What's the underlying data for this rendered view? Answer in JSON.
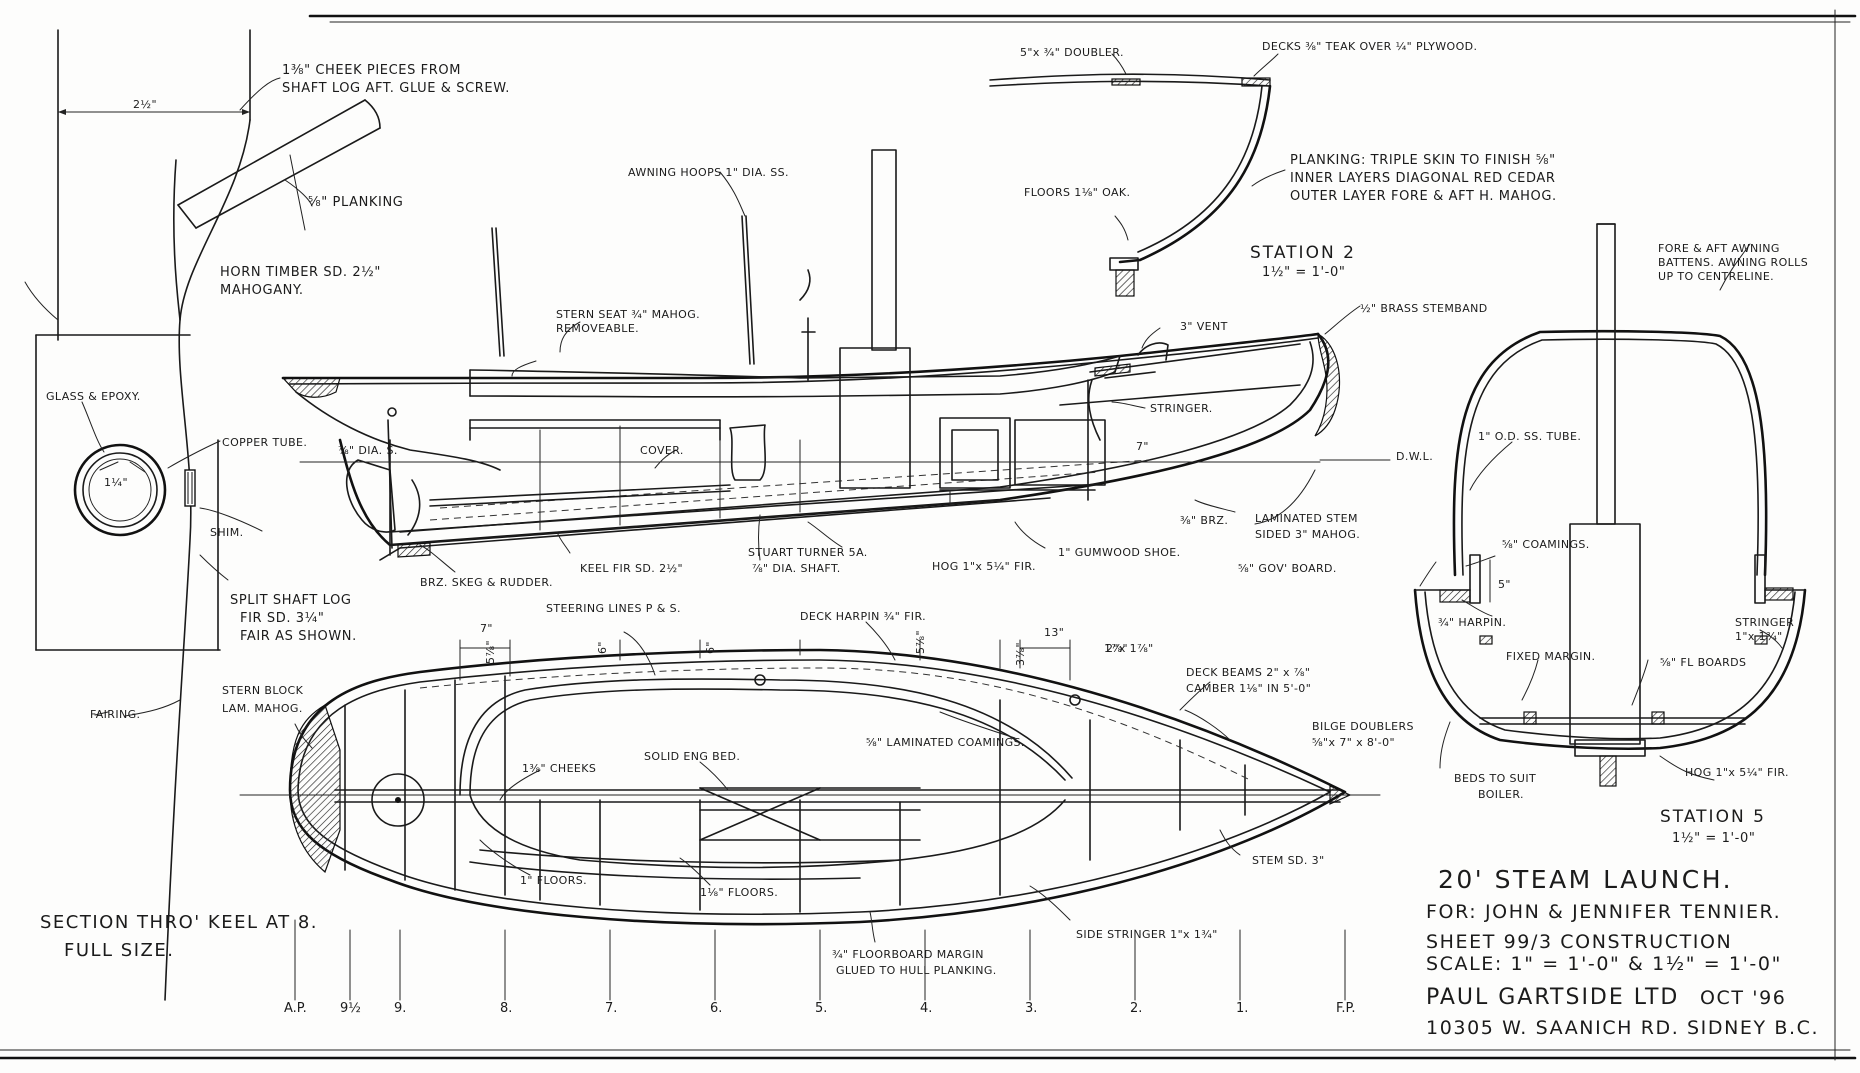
{
  "title_block": {
    "title": "20' STEAM LAUNCH.",
    "for_line": "FOR:  JOHN & JENNIFER TENNIER.",
    "sheet_line": "SHEET 99/3 CONSTRUCTION",
    "scale_line": "SCALE: 1\" = 1'-0\" & 1½\" = 1'-0\"",
    "designer": "PAUL GARTSIDE LTD",
    "date": "OCT '96",
    "address": "10305 W. SAANICH RD. SIDNEY B.C."
  },
  "station_2": {
    "name": "STATION 2",
    "scale": "1½\" = 1'-0\""
  },
  "station_5": {
    "name": "STATION 5",
    "scale": "1½\" = 1'-0\""
  },
  "section_keel": {
    "line1": "SECTION THRO' KEEL AT 8.",
    "line2": "FULL SIZE."
  },
  "stations": [
    "A.P.",
    "9½",
    "9.",
    "8.",
    "7.",
    "6.",
    "5.",
    "4.",
    "3.",
    "2.",
    "1.",
    "F.P."
  ],
  "labels": {
    "cheek_pieces_1": "1⅜\" CHEEK PIECES FROM",
    "cheek_pieces_2": "SHAFT LOG AFT. GLUE & SCREW.",
    "dim_2_5": "2½\"",
    "planking_58": "⅝\" PLANKING",
    "horn_timber_1": "HORN TIMBER SD. 2½\"",
    "horn_timber_2": "MAHOGANY.",
    "glass_epoxy": "GLASS & EPOXY.",
    "copper_tube": "COPPER TUBE.",
    "dim_1_25": "1¼\"",
    "shim": "SHIM.",
    "split_shaft_1": "SPLIT SHAFT LOG",
    "split_shaft_2": "FIR SD. 3¼\"",
    "split_shaft_3": "FAIR AS SHOWN.",
    "fairing": "FAIRING.",
    "awning_hoops": "AWNING HOOPS  1\" DIA. SS.",
    "stern_seat_1": "STERN SEAT ¾\" MAHOG.",
    "stern_seat_2": "REMOVEABLE.",
    "shaft_dia": "⅞\" DIA. S.",
    "cover": "COVER.",
    "keel_fir": "KEEL FIR SD. 2½\"",
    "stuart_1": "STUART TURNER 5A.",
    "stuart_2": "⅞\" DIA. SHAFT.",
    "hog": "HOG 1\"x 5¼\" FIR.",
    "bronze_skeg": "BRZ. SKEG & RUDDER.",
    "gumwood": "1\" GUMWOOD SHOE.",
    "brz_38": "⅜\" BRZ.",
    "laminated_stem_1": "LAMINATED STEM",
    "laminated_stem_2": "SIDED 3\" MAHOG.",
    "gov_board": "⅝\" GOV' BOARD.",
    "doubler": "5\"x ¾\" DOUBLER.",
    "decks": "DECKS ⅜\" TEAK OVER ¼\" PLYWOOD.",
    "planking_1": "PLANKING: TRIPLE SKIN TO FINISH ⅝\"",
    "planking_2": "INNER LAYERS DIAGONAL RED CEDAR",
    "planking_3": "OUTER LAYER FORE & AFT H. MAHOG.",
    "floors_oak": "FLOORS 1⅛\" OAK.",
    "vent": "3\" VENT",
    "stemband": "½\" BRASS STEMBAND",
    "stringer": "STRINGER.",
    "dim_7": "7\"",
    "dwl": "D.W.L.",
    "awning_battens_1": "FORE & AFT AWNING",
    "awning_battens_2": "BATTENS. AWNING ROLLS",
    "awning_battens_3": "UP TO CENTRELINE.",
    "ss_tube": "1\" O.D. SS. TUBE.",
    "coamings_58": "⅝\" COAMINGS.",
    "dim_5": "5\"",
    "harpin_34": "¾\" HARPIN.",
    "stringer_2a": "STRINGER",
    "stringer_2b": "1\"x 1¾\"",
    "fixed_margin": "FIXED MARGIN.",
    "boards_58": "⅝\" FL BOARDS",
    "beds_1": "BEDS TO SUIT",
    "beds_2": "BOILER.",
    "hog_2": "HOG 1\"x 5¼\" FIR.",
    "steering_lines": "STEERING LINES P & S.",
    "deck_harpin": "DECK HARPIN ¾\" FIR.",
    "dim_13": "13\"",
    "dim_2x1": "2\"x 1⅞\"",
    "deck_beams_1": "DECK BEAMS  2\" x ⅞\"",
    "deck_beams_2": "CAMBER  1⅛\" IN 5'-0\"",
    "bilge_doublers_1": "BILGE DOUBLERS",
    "bilge_doublers_2": "⅝\"x 7\" x 8'-0\"",
    "stern_block_1": "STERN BLOCK",
    "stern_block_2": "LAM. MAHOG.",
    "cheeks": "1⅜\" CHEEKS",
    "solid_eng_bed": "SOLID ENG BED.",
    "laminated_coamings": "⅝\" LAMINATED COAMINGS.",
    "floors_1": "1\" FLOORS.",
    "floors_118": "1⅛\" FLOORS.",
    "stem_sd": "STEM SD. 3\"",
    "side_stringer": "SIDE STRINGER 1\"x 1¾\"",
    "floorboard_margin_1": "¾\" FLOORBOARD MARGIN",
    "floorboard_margin_2": "GLUED TO HULL PLANKING.",
    "dim_7b": "7\"",
    "dim_5a": "5⅞\"",
    "dim_6a": "6\"",
    "dim_5b": "5⅞\"",
    "dim_6b": "6\"",
    "dim_3a": "3⅞\"",
    "dim_1a": "1⅞\""
  }
}
